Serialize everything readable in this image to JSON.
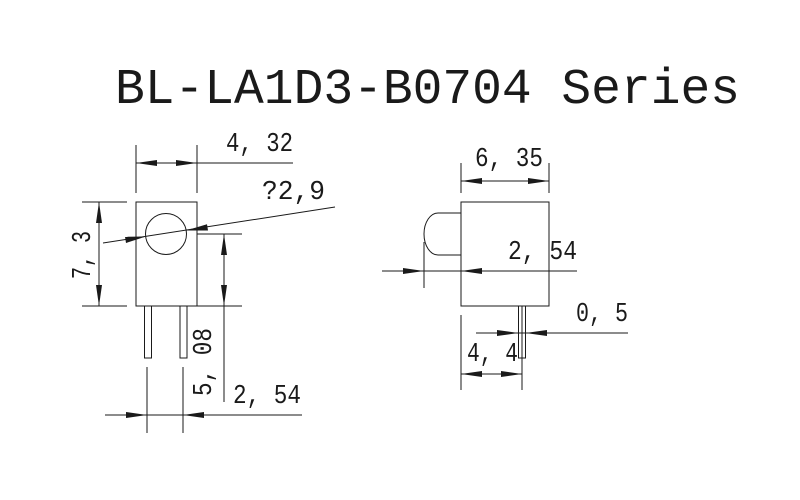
{
  "title": "BL-LA1D3-B0704 Series",
  "front_view": {
    "width_dim": "4, 32",
    "lens_diameter_dim": "?2,9",
    "height_dim": "7, 3",
    "lens_center_height_dim": "5, 08",
    "pin_pitch_dim": "2, 54"
  },
  "side_view": {
    "depth_dim": "6, 35",
    "lens_protrusion_dim": "2, 54",
    "pin_width_dim": "0, 5",
    "pin_offset_dim": "4, 4"
  },
  "colors": {
    "line": "#1a1a1a",
    "background": "#ffffff"
  }
}
